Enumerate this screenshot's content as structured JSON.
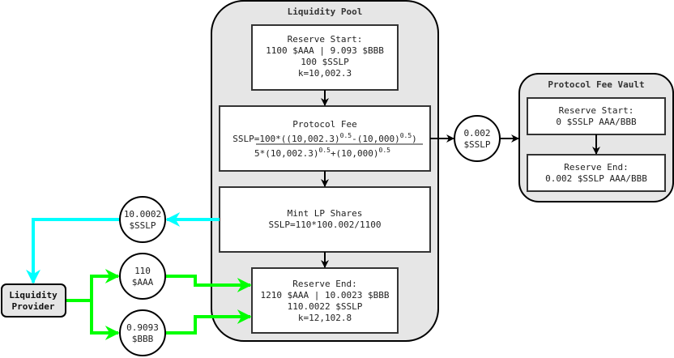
{
  "colors": {
    "container_fill": "#e6e6e6",
    "box_fill": "#ffffff",
    "stroke": "#000000",
    "cyan_flow": "#00ffff",
    "green_flow": "#00ff00"
  },
  "liquidity_pool": {
    "title": "Liquidity Pool",
    "reserve_start": {
      "line1": "Reserve Start:",
      "line2": "1100 $AAA | 9.093 $BBB",
      "line3": "100 $SSLP",
      "line4": "k=10,002.3"
    },
    "protocol_fee": {
      "title": "Protocol Fee",
      "numerator_prefix": "SSLP=100*((10,002.3)",
      "numerator_exp1": "0.5",
      "numerator_mid": "-(10,000)",
      "numerator_exp2": "0.5",
      "numerator_suffix": ")",
      "denominator_prefix": "5*(10,002.3)",
      "denominator_exp1": "0.5",
      "denominator_mid": "+(10,000)",
      "denominator_exp2": "0.5"
    },
    "mint_lp": {
      "line1": "Mint LP Shares",
      "line2": "SSLP=110*100.002/1100"
    },
    "reserve_end": {
      "line1": "Reserve End:",
      "line2": "1210 $AAA | 10.0023 $BBB",
      "line3": "110.0022 $SSLP",
      "line4": "k=12,102.8"
    }
  },
  "protocol_fee_vault": {
    "title": "Protocol Fee Vault",
    "reserve_start": {
      "line1": "Reserve Start:",
      "line2": "0 $SSLP AAA/BBB"
    },
    "reserve_end": {
      "line1": "Reserve End:",
      "line2": "0.002 $SSLP AAA/BBB"
    }
  },
  "tokens": {
    "fee_transfer": {
      "line1": "0.002",
      "line2": "$SSLP"
    },
    "lp_shares_out": {
      "line1": "10.0002",
      "line2": "$SSLP"
    },
    "aaa_in": {
      "line1": "110",
      "line2": "$AAA"
    },
    "bbb_in": {
      "line1": "0.9093",
      "line2": "$BBB"
    }
  },
  "liquidity_provider": {
    "line1": "Liquidity",
    "line2": "Provider"
  }
}
